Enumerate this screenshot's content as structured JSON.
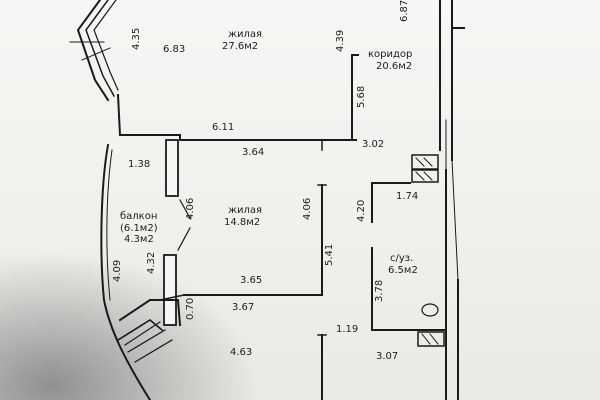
{
  "rooms": {
    "living_room_1": {
      "name": "жилая",
      "area": "27.6м2"
    },
    "corridor": {
      "name": "коридор",
      "area": "20.6м2"
    },
    "living_room_2": {
      "name": "жилая",
      "area": "14.8м2"
    },
    "balcony": {
      "name": "балкон",
      "area_full": "(6.1м2)",
      "area": "4.3м2"
    },
    "bathroom": {
      "name": "с/уз.",
      "area": "6.5м2"
    }
  },
  "dimensions": {
    "d_4_35": "4.35",
    "d_6_83": "6.83",
    "d_4_39": "4.39",
    "d_6_87": "6.87",
    "d_5_68": "5.68",
    "d_6_11": "6.11",
    "d_3_64": "3.64",
    "d_3_02": "3.02",
    "d_1_38": "1.38",
    "d_4_06_a": "4.06",
    "d_4_06_b": "4.06",
    "d_1_74": "1.74",
    "d_4_20": "4.20",
    "d_4_09": "4.09",
    "d_4_32": "4.32",
    "d_5_41": "5.41",
    "d_3_65": "3.65",
    "d_3_78": "3.78",
    "d_0_70": "0.70",
    "d_3_67": "3.67",
    "d_1_19": "1.19",
    "d_4_63": "4.63",
    "d_3_07": "3.07"
  },
  "colors": {
    "wall": "#1a1a1a",
    "paper": "#f3f3f1"
  }
}
